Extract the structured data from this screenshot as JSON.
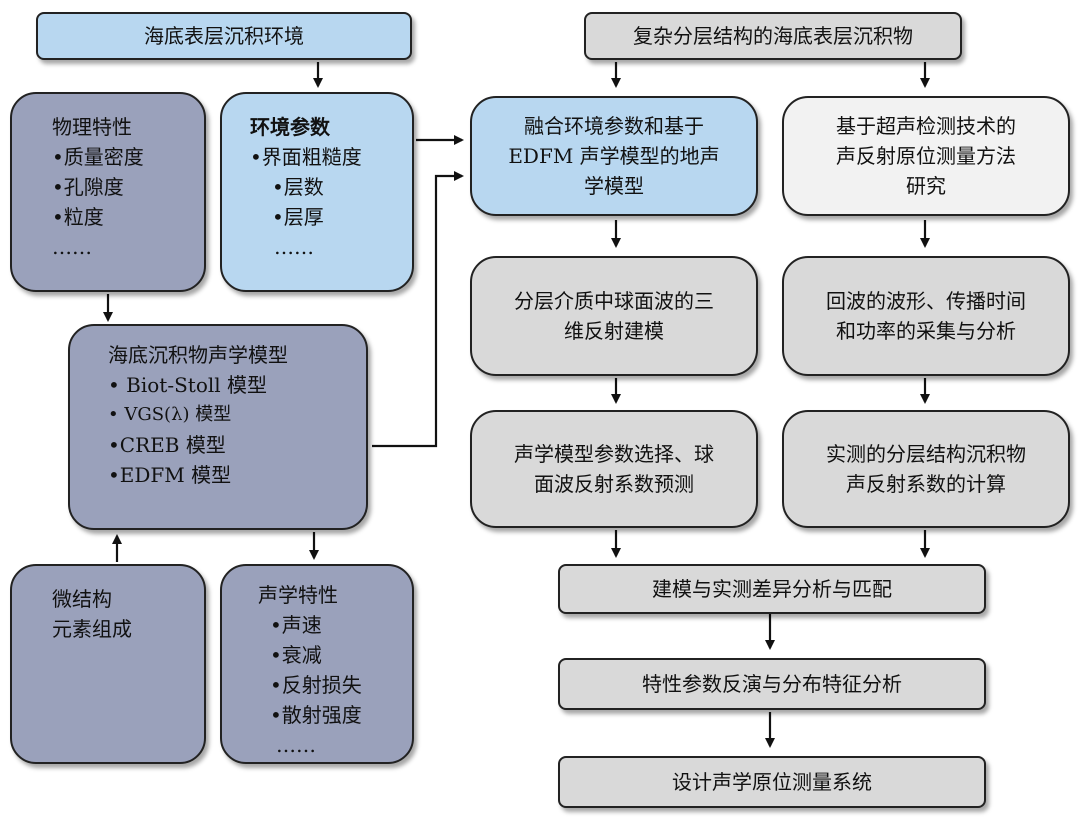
{
  "top_left": "海底表层沉积环境",
  "top_right": "复杂分层结构的海底表层沉积物",
  "physical": {
    "title": "物理特性",
    "items": [
      "•质量密度",
      "•孔隙度",
      "•粒度",
      "……"
    ]
  },
  "environment": {
    "title": "环境参数",
    "items": [
      "•界面粗糙度",
      "•层数",
      "•层厚",
      "……"
    ]
  },
  "acoustic_model": {
    "title": "海底沉积物声学模型",
    "items": [
      "• Biot-Stoll 模型",
      "• VGS(λ) 模型",
      "•CREB 模型",
      "•EDFM 模型"
    ]
  },
  "micro": {
    "lines": [
      "微结构",
      "元素组成"
    ]
  },
  "acoustic_props": {
    "title": "声学特性",
    "items": [
      "•声速",
      "•衰减",
      "•反射损失",
      "•散射强度",
      "……"
    ]
  },
  "fusion": {
    "lines": [
      "融合环境参数和基于",
      "EDFM 声学模型的地声",
      "学模型"
    ]
  },
  "ultrasonic": {
    "lines": [
      "基于超声检测技术的",
      "声反射原位测量方法",
      "研究"
    ]
  },
  "layered": {
    "lines": [
      "分层介质中球面波的三",
      "维反射建模"
    ]
  },
  "echo": {
    "lines": [
      "回波的波形、传播时间",
      "和功率的采集与分析"
    ]
  },
  "param_select": {
    "lines": [
      "声学模型参数选择、球",
      "面波反射系数预测"
    ]
  },
  "measured": {
    "lines": [
      "实测的分层结构沉积物",
      "声反射系数的计算"
    ]
  },
  "compare": "建模与实测差异分析与匹配",
  "inversion": "特性参数反演与分布特征分析",
  "design": "设计声学原位测量系统"
}
